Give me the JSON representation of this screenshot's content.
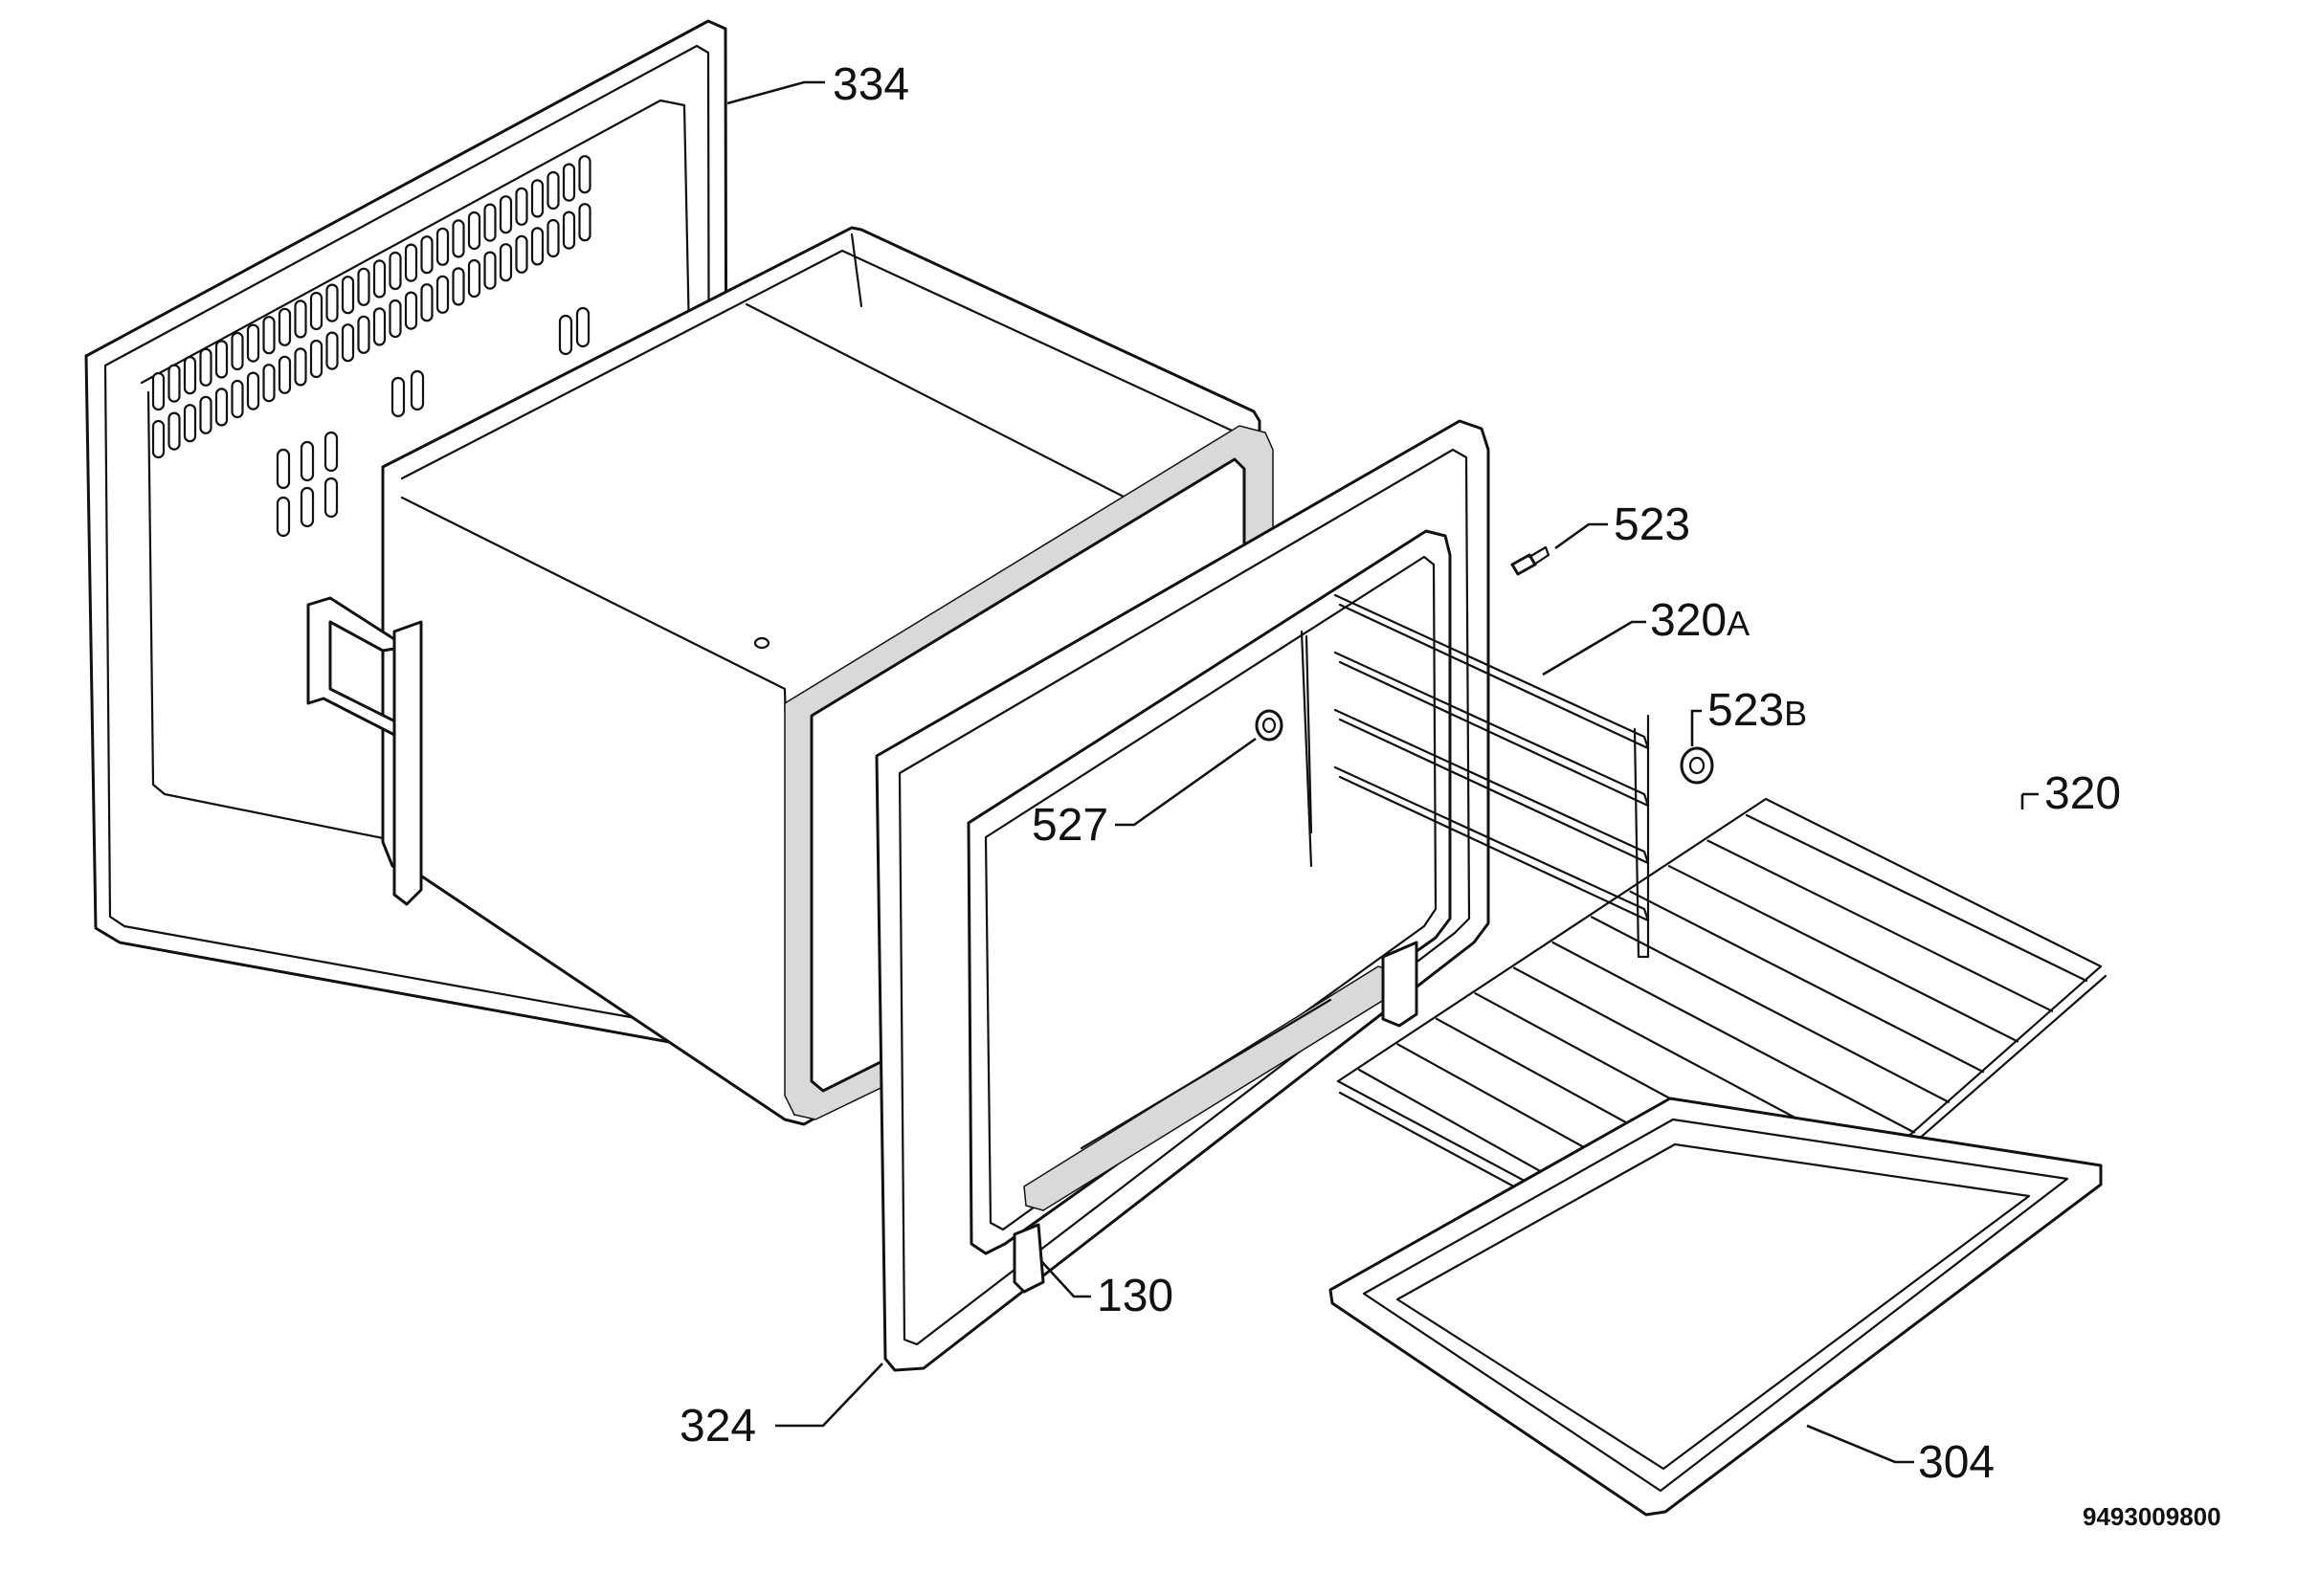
{
  "callouts": {
    "c334": {
      "num": "334",
      "sub": ""
    },
    "c523": {
      "num": "523",
      "sub": ""
    },
    "c320A": {
      "num": "320",
      "sub": "A"
    },
    "c523B": {
      "num": "523",
      "sub": "B"
    },
    "c320": {
      "num": "320",
      "sub": ""
    },
    "c527": {
      "num": "527",
      "sub": ""
    },
    "c130": {
      "num": "130",
      "sub": ""
    },
    "c324": {
      "num": "324",
      "sub": ""
    },
    "c304": {
      "num": "304",
      "sub": ""
    }
  },
  "drawing_code": "9493009800",
  "colors": {
    "line": "#111111",
    "background": "#ffffff",
    "seal_fill": "#d9d9d9"
  }
}
